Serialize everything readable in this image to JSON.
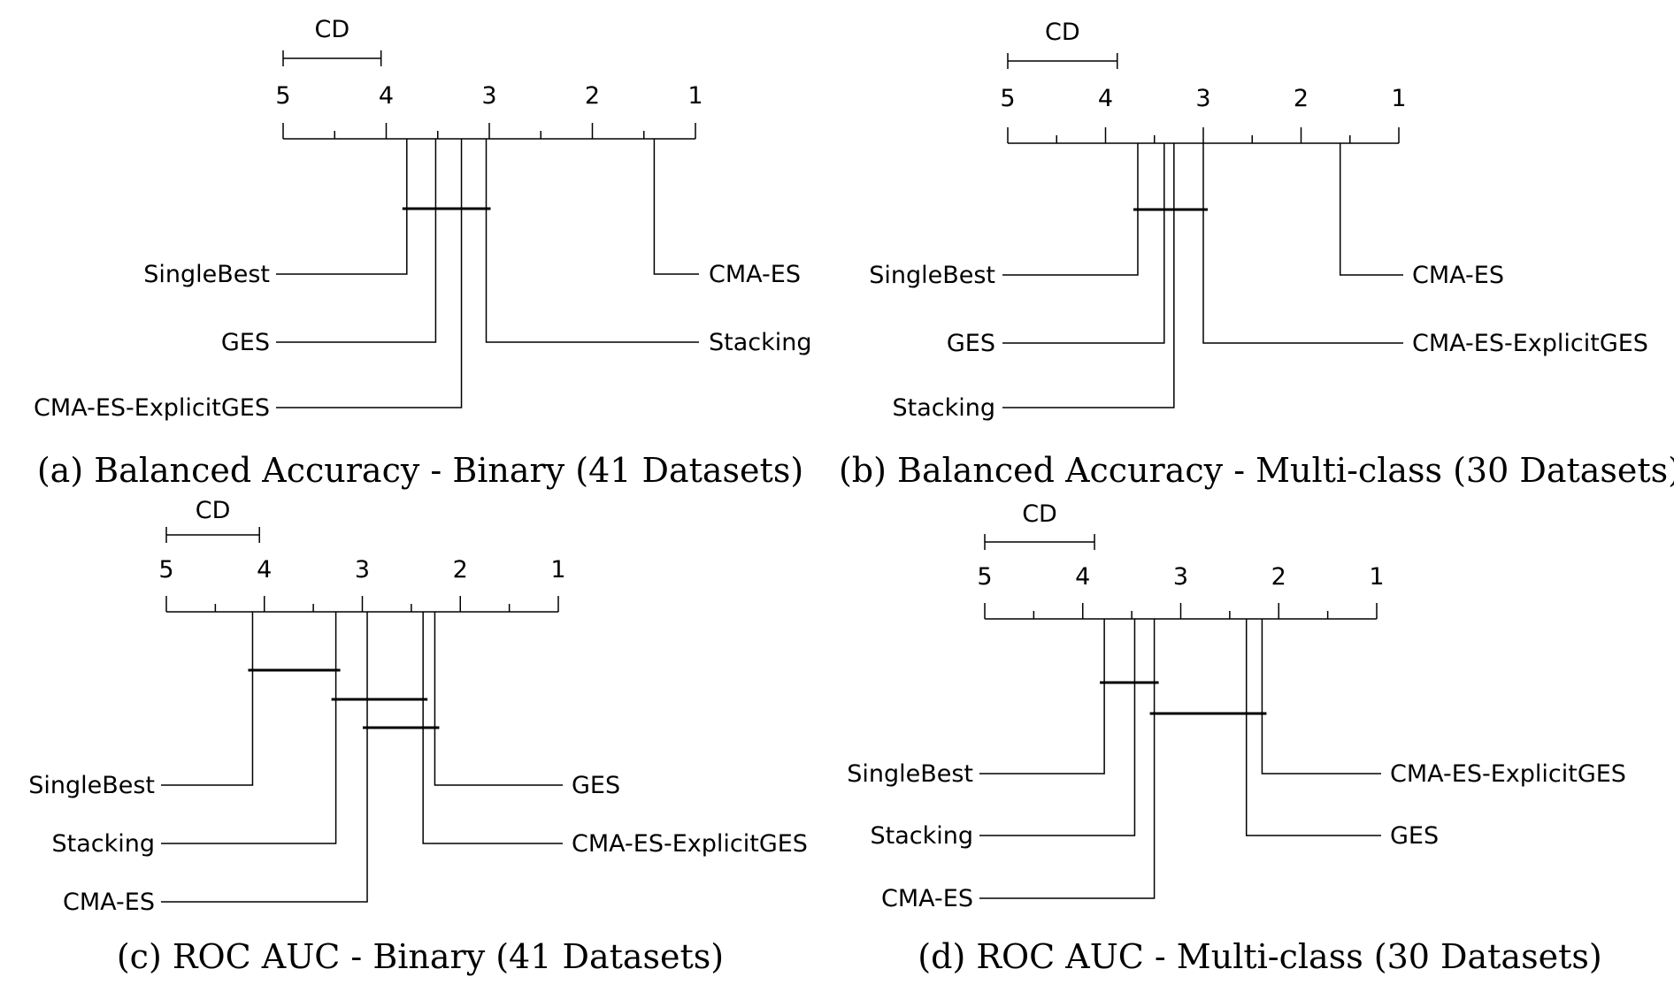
{
  "chart_data": [
    {
      "type": "cd-diagram",
      "caption": "(a) Balanced Accuracy - Binary (41 Datasets)",
      "cd_label": "CD",
      "cd": 0.95,
      "axis": {
        "min": 1,
        "max": 5,
        "ticks": [
          "5",
          "4",
          "3",
          "2",
          "1"
        ],
        "reversed": true
      },
      "methods": [
        {
          "name": "SingleBest",
          "rank": 3.8
        },
        {
          "name": "GES",
          "rank": 3.52
        },
        {
          "name": "CMA-ES-ExplicitGES",
          "rank": 3.27
        },
        {
          "name": "CMA-ES",
          "rank": 1.4
        },
        {
          "name": "Stacking",
          "rank": 3.03
        }
      ],
      "cliques": [
        [
          3.8,
          3.03
        ]
      ]
    },
    {
      "type": "cd-diagram",
      "caption": "(b) Balanced Accuracy - Multi-class (30 Datasets)",
      "cd_label": "CD",
      "cd": 1.12,
      "axis": {
        "min": 1,
        "max": 5,
        "ticks": [
          "5",
          "4",
          "3",
          "2",
          "1"
        ],
        "reversed": true
      },
      "methods": [
        {
          "name": "SingleBest",
          "rank": 3.67
        },
        {
          "name": "GES",
          "rank": 3.4
        },
        {
          "name": "Stacking",
          "rank": 3.3
        },
        {
          "name": "CMA-ES",
          "rank": 1.6
        },
        {
          "name": "CMA-ES-ExplicitGES",
          "rank": 3.0
        }
      ],
      "cliques": [
        [
          3.67,
          3.0
        ]
      ]
    },
    {
      "type": "cd-diagram",
      "caption": "(c) ROC AUC - Binary (41 Datasets)",
      "cd_label": "CD",
      "cd": 0.95,
      "axis": {
        "min": 1,
        "max": 5,
        "ticks": [
          "5",
          "4",
          "3",
          "2",
          "1"
        ],
        "reversed": true
      },
      "methods": [
        {
          "name": "SingleBest",
          "rank": 4.12
        },
        {
          "name": "Stacking",
          "rank": 3.27
        },
        {
          "name": "CMA-ES",
          "rank": 2.95
        },
        {
          "name": "GES",
          "rank": 2.26
        },
        {
          "name": "CMA-ES-ExplicitGES",
          "rank": 2.38
        }
      ],
      "cliques": [
        [
          4.12,
          3.27
        ],
        [
          3.27,
          2.38
        ],
        [
          2.95,
          2.26
        ]
      ]
    },
    {
      "type": "cd-diagram",
      "caption": "(d) ROC AUC - Multi-class (30 Datasets)",
      "cd_label": "CD",
      "cd": 1.12,
      "axis": {
        "min": 1,
        "max": 5,
        "ticks": [
          "5",
          "4",
          "3",
          "2",
          "1"
        ],
        "reversed": true
      },
      "methods": [
        {
          "name": "SingleBest",
          "rank": 3.78
        },
        {
          "name": "Stacking",
          "rank": 3.47
        },
        {
          "name": "CMA-ES",
          "rank": 3.27
        },
        {
          "name": "CMA-ES-ExplicitGES",
          "rank": 2.17
        },
        {
          "name": "GES",
          "rank": 2.33
        }
      ],
      "cliques": [
        [
          3.78,
          3.27
        ],
        [
          3.27,
          2.17
        ]
      ]
    }
  ]
}
